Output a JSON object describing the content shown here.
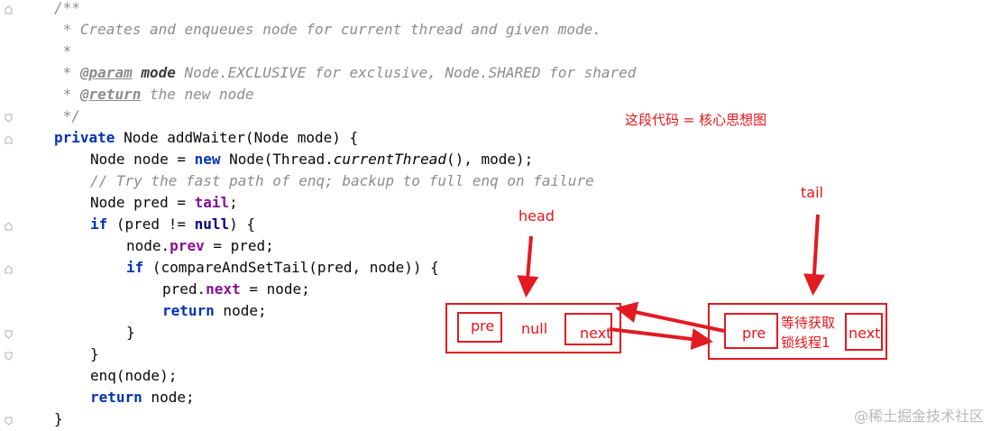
{
  "editor": {
    "lines": {
      "l1": "/**",
      "l2": " * Creates and enqueues node for current thread and given mode.",
      "l3": " *",
      "l4_prefix": " * ",
      "l4_tag": "@param",
      "l4_name": "mode",
      "l4_text": " Node.EXCLUSIVE for exclusive, Node.SHARED for shared",
      "l5_prefix": " * ",
      "l5_tag": "@return",
      "l5_text": " the new node",
      "l6": " */",
      "l7_kw": "private",
      "l7_text": " Node addWaiter(Node mode) {",
      "l8_a": "Node node = ",
      "l8_kw": "new",
      "l8_b": " Node(Thread.",
      "l8_it": "currentThread",
      "l8_c": "(), mode);",
      "l9": "// Try the fast path of enq; backup to full enq on failure",
      "l10_a": "Node pred = ",
      "l10_fld": "tail",
      "l10_b": ";",
      "l11_kw": "if",
      "l11_a": " (pred != ",
      "l11_kw2": "null",
      "l11_b": ") {",
      "l12_a": "node.",
      "l12_fld": "prev",
      "l12_b": " = pred;",
      "l13_kw": "if",
      "l13_a": " (compareAndSetTail(pred, node)) {",
      "l14_a": "pred.",
      "l14_fld": "next",
      "l14_b": " = node;",
      "l15_kw": "return",
      "l15_a": " node;",
      "l16": "}",
      "l17": "}",
      "l18": "enq(node);",
      "l19_kw": "return",
      "l19_a": " node;",
      "l20": "}"
    }
  },
  "annotations": {
    "title": "这段代码 = 核心思想图",
    "head_label": "head",
    "tail_label": "tail",
    "head_node": {
      "pre": "pre",
      "value": "null",
      "next": "next"
    },
    "tail_node": {
      "pre": "pre",
      "value_line1": "等待获取",
      "value_line2": "锁线程1",
      "next": "next"
    }
  },
  "watermark": "@稀土掘金技术社区",
  "colors": {
    "annotation_red": "#e21a22",
    "keyword": "#0033b3",
    "field": "#871094",
    "comment": "#8c8c8c"
  }
}
